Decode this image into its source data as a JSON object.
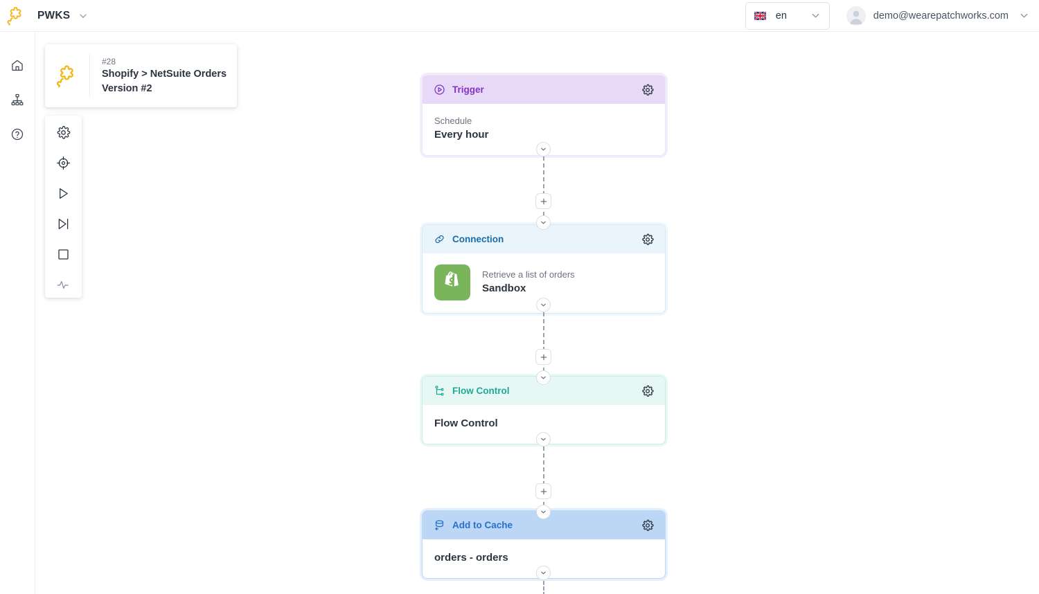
{
  "header": {
    "brand_name": "PWKS",
    "brand_logo_icon": "patchworks-puzzle-logo",
    "brand_caret_icon": "chevron-down-icon",
    "language": {
      "flag_icon": "uk-flag-icon",
      "code": "en",
      "caret_icon": "chevron-down-icon"
    },
    "user": {
      "avatar_icon": "user-avatar-icon",
      "email": "demo@wearepatchworks.com",
      "caret_icon": "chevron-down-icon"
    }
  },
  "rail": {
    "items": [
      {
        "name": "home",
        "icon": "home-icon"
      },
      {
        "name": "connections",
        "icon": "sitemap-icon"
      },
      {
        "name": "help",
        "icon": "question-circle-icon"
      }
    ]
  },
  "flow_card": {
    "logo_icon": "patchworks-puzzle-logo",
    "number": "#28",
    "title_line1": "Shopify > NetSuite Orders",
    "title_line2": "Version #2"
  },
  "palette": {
    "items": [
      {
        "name": "settings",
        "icon": "gear-icon"
      },
      {
        "name": "target",
        "icon": "crosshair-icon"
      },
      {
        "name": "run",
        "icon": "play-icon"
      },
      {
        "name": "step",
        "icon": "step-forward-icon"
      },
      {
        "name": "stop",
        "icon": "stop-square-icon"
      },
      {
        "name": "activity",
        "icon": "pulse-icon"
      }
    ]
  },
  "flow": {
    "nodes": [
      {
        "id": "trigger",
        "header_label": "Trigger",
        "header_icon": "play-circle-icon",
        "gear_icon": "gear-icon",
        "sub_label": "Schedule",
        "main_label": "Every hour",
        "accent": "#8134c7",
        "header_bg": "#e8d9f7"
      },
      {
        "id": "connection",
        "header_label": "Connection",
        "header_icon": "link-icon",
        "gear_icon": "gear-icon",
        "sub_label": "Retrieve a list of orders",
        "main_label": "Sandbox",
        "app_logo_icon": "shopify-logo",
        "accent": "#1a6ca8",
        "header_bg": "#eaf4fb"
      },
      {
        "id": "flow-control",
        "header_label": "Flow Control",
        "header_icon": "branch-icon",
        "gear_icon": "gear-icon",
        "main_label": "Flow Control",
        "accent": "#1fa89a",
        "header_bg": "#e7f8f4"
      },
      {
        "id": "add-to-cache",
        "header_label": "Add to Cache",
        "header_icon": "database-add-icon",
        "gear_icon": "gear-icon",
        "main_label": "orders - orders",
        "accent": "#2a6fc9",
        "header_bg": "#bcd6f6"
      }
    ],
    "connector": {
      "add_label": "+",
      "collapse_icon": "chevron-down-icon",
      "add_icon": "plus-icon"
    }
  }
}
